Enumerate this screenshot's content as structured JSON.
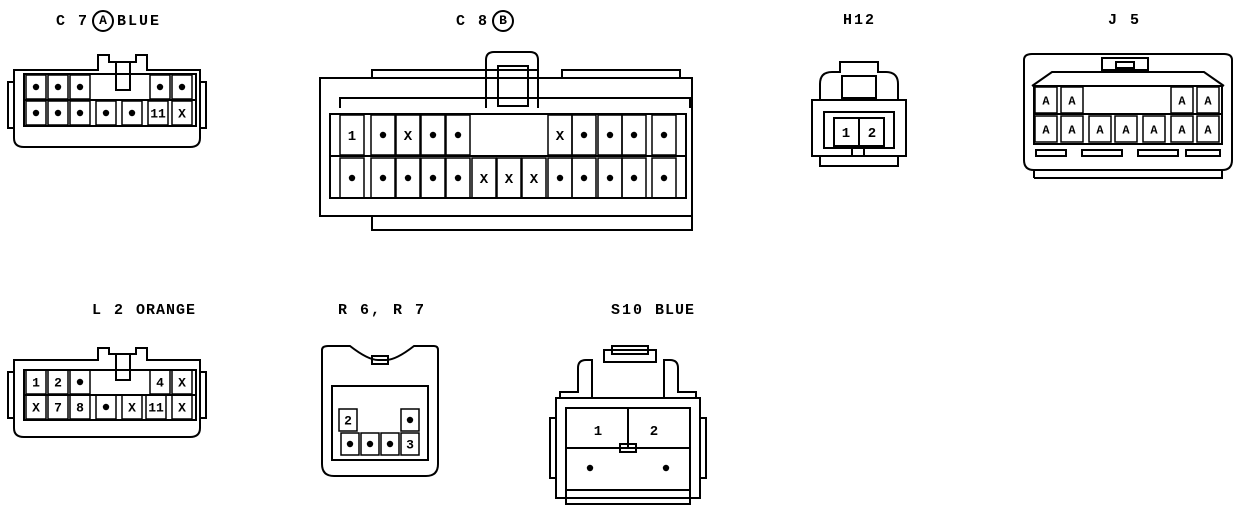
{
  "connectors": {
    "c7": {
      "code": "C 7",
      "circle": "A",
      "color": "BLUE",
      "rows": [
        [
          "•",
          "•",
          "•",
          "",
          "",
          "",
          "•",
          "•"
        ],
        [
          "•",
          "•",
          "•",
          "•",
          "•",
          "•",
          "11",
          "X"
        ]
      ]
    },
    "c8": {
      "code": "C 8",
      "circle": "B",
      "rows": [
        [
          "1",
          "•",
          "X",
          "•",
          "•",
          "",
          "",
          "",
          "",
          "X",
          "•",
          "•",
          "•",
          "•"
        ],
        [
          "•",
          "•",
          "•",
          "•",
          "•",
          "X",
          "X",
          "X",
          "•",
          "•",
          "•",
          "•",
          "•",
          "•"
        ]
      ]
    },
    "h12": {
      "code": "H12",
      "pins": [
        "1",
        "2"
      ]
    },
    "j5": {
      "code": "J 5",
      "rows": [
        [
          "A",
          "A",
          "",
          "",
          "",
          "A",
          "A"
        ],
        [
          "A",
          "A",
          "A",
          "A",
          "A",
          "A",
          "A"
        ]
      ]
    },
    "l2": {
      "code": "L 2",
      "color": "ORANGE",
      "rows": [
        [
          "1",
          "2",
          "•",
          "",
          "",
          "",
          "4",
          "X"
        ],
        [
          "X",
          "7",
          "8",
          "•",
          "X",
          "11",
          "X",
          ""
        ]
      ]
    },
    "r6r7": {
      "code": "R 6, R 7",
      "rows": [
        [
          "2",
          "",
          "•"
        ],
        [
          "•",
          "•",
          "•",
          "3"
        ]
      ]
    },
    "s10": {
      "code": "S10",
      "color": "BLUE",
      "rows": [
        [
          "1",
          "2"
        ],
        [
          "•",
          "•"
        ]
      ]
    }
  }
}
